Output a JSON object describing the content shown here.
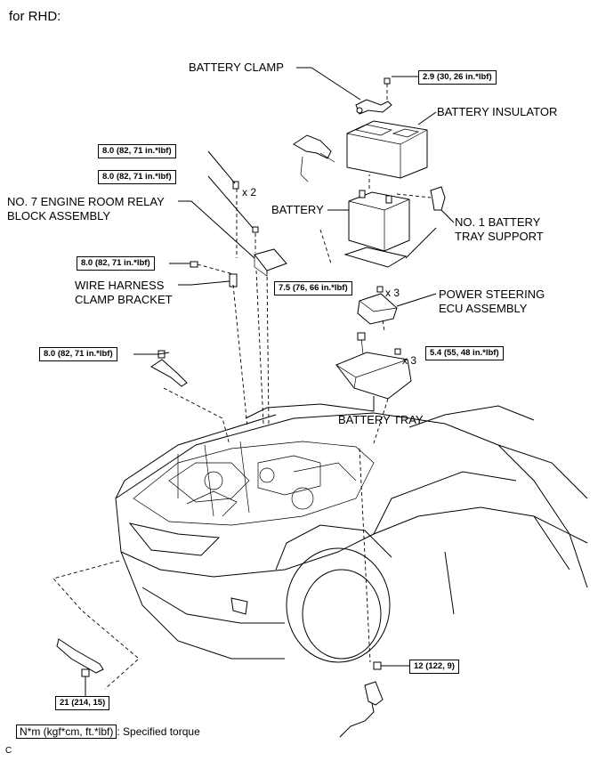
{
  "title": "for RHD:",
  "labels": {
    "battery_clamp": "BATTERY CLAMP",
    "battery_insulator": "BATTERY INSULATOR",
    "battery": "BATTERY",
    "tray_support_1": "NO. 1 BATTERY",
    "tray_support_2": "TRAY SUPPORT",
    "relay_block_1": "NO. 7 ENGINE ROOM RELAY",
    "relay_block_2": "BLOCK ASSEMBLY",
    "wire_harness_1": "WIRE HARNESS",
    "wire_harness_2": "CLAMP BRACKET",
    "ps_ecu_1": "POWER STEERING",
    "ps_ecu_2": "ECU ASSEMBLY",
    "battery_tray": "BATTERY TRAY"
  },
  "torques": {
    "clamp": "2.9 (30, 26 in.*lbf)",
    "relay_upper": "8.0 (82, 71 in.*lbf)",
    "relay_lower": "8.0 (82, 71 in.*lbf)",
    "bracket": "8.0 (82, 71 in.*lbf)",
    "ps_ecu": "7.5 (76, 66 in.*lbf)",
    "tray": "5.4 (55, 48 in.*lbf)",
    "ground_left": "8.0 (82, 71 in.*lbf)",
    "terminal_bottom": "21 (214, 15)",
    "terminal_right": "12 (122, 9)"
  },
  "quantities": {
    "relay": "x 2",
    "ps_ecu": "x 3",
    "tray": "x 3"
  },
  "legend": {
    "unit": "N*m (kgf*cm, ft.*lbf)",
    "text": ": Specified torque"
  },
  "code": "C"
}
